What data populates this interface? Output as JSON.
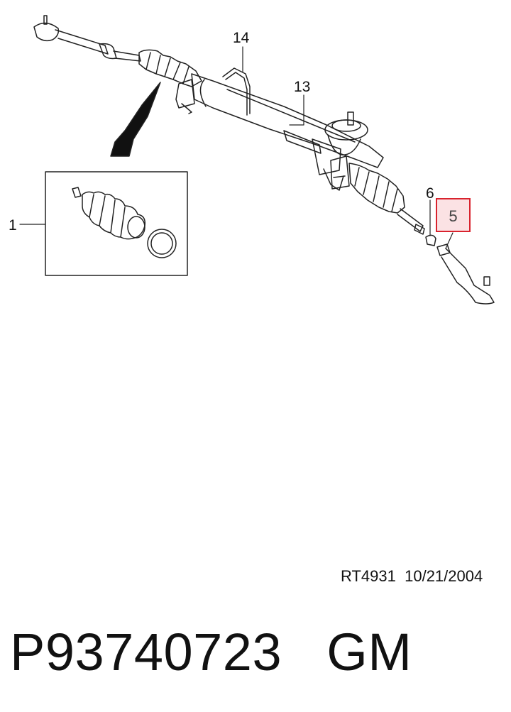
{
  "callouts": {
    "c1": "1",
    "c14": "14",
    "c13": "13",
    "c6": "6",
    "c5": "5"
  },
  "highlight": {
    "label": "5",
    "border_color": "#d9232e",
    "fill_color": "#fbe2e4"
  },
  "reference": {
    "code": "RT4931",
    "date": "10/21/2004"
  },
  "footer": {
    "part_number": "P93740723",
    "brand": "GM"
  }
}
